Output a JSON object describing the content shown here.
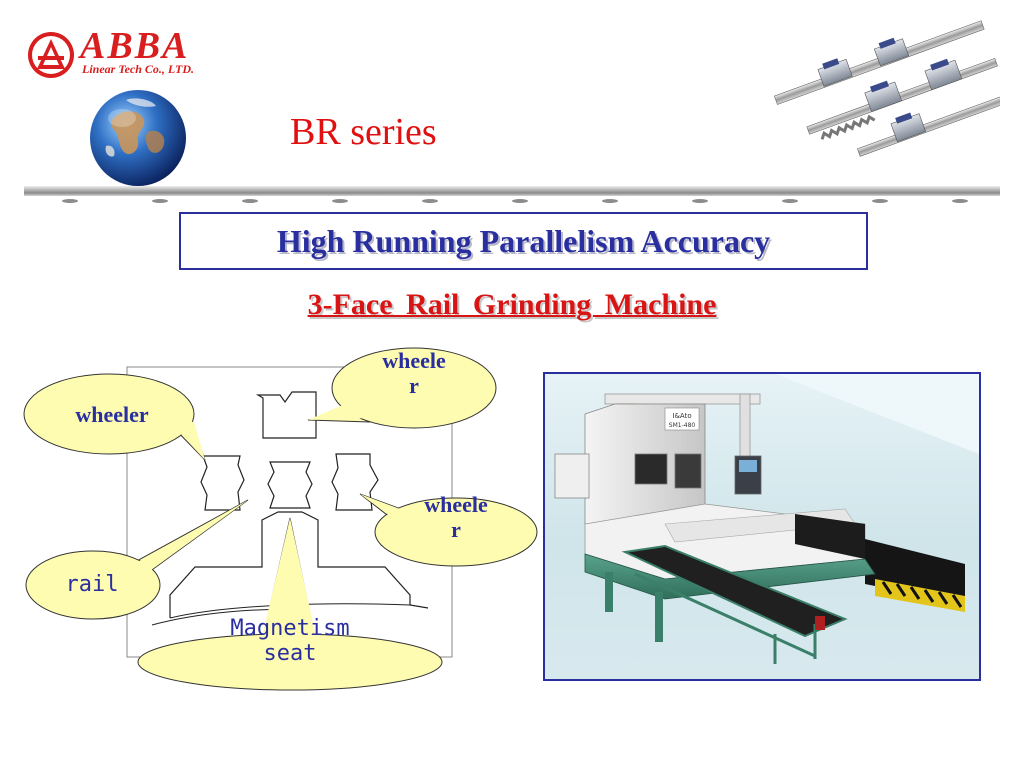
{
  "logo": {
    "name": "ABBA",
    "subtitle": "Linear Tech Co., LTD."
  },
  "title": "BR series",
  "headline": "High Running Parallelism Accuracy",
  "subheading": "3-Face  Rail  Grinding  Machine",
  "diagram": {
    "labels": {
      "wheeler_top": [
        "wheele",
        "r"
      ],
      "wheeler_left": "wheeler",
      "wheeler_right": [
        "wheele",
        "r"
      ],
      "rail": "rail",
      "magnetism_seat": [
        "Magnetism",
        "seat"
      ]
    }
  },
  "photo": {
    "machine_plate": [
      "I&Ato",
      "SM1-480"
    ]
  },
  "colors": {
    "accent_red": "#d81e1e",
    "accent_blue": "#2a2fa0",
    "callout_fill": "#fefcb0"
  }
}
